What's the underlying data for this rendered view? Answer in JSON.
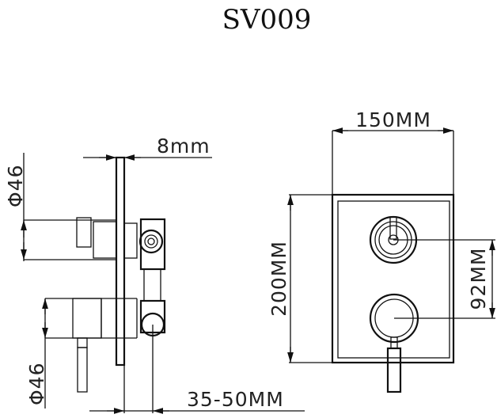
{
  "title": "SV009",
  "side_view": {
    "plate_thickness": "8mm",
    "upper_diameter": "Φ46",
    "lower_diameter": "Φ46",
    "depth_range": "35-50MM"
  },
  "front_view": {
    "width": "150MM",
    "height": "200MM",
    "knob_spacing": "92MM"
  }
}
